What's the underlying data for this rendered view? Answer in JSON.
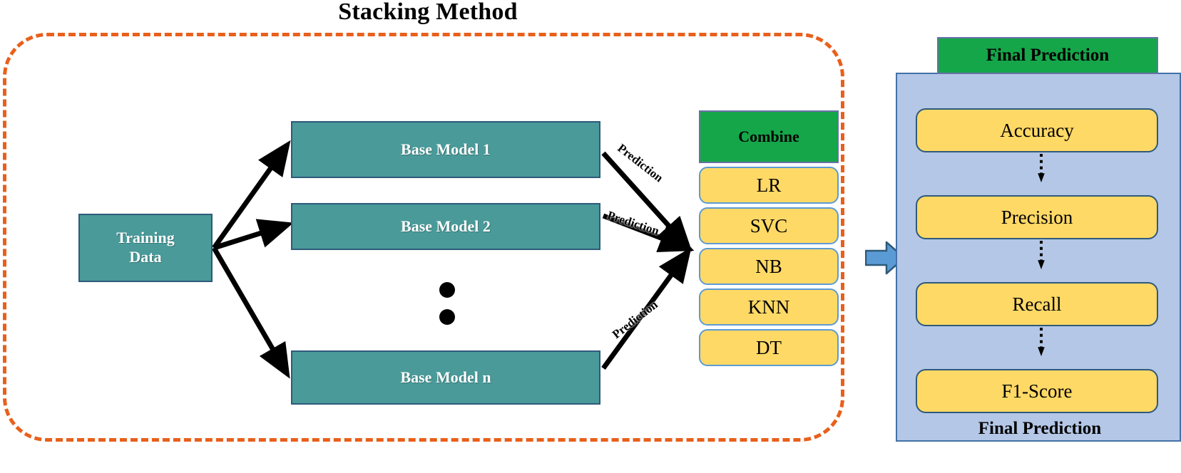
{
  "diagram": {
    "title": "Stacking Method",
    "left_region": {
      "training_data": "Training\nData",
      "base_models": [
        {
          "label": "Base Model 1"
        },
        {
          "label": "Base Model 2"
        },
        {
          "label": "Base Model n"
        }
      ],
      "ellipsis": "vertical-dots",
      "arrow_labels": [
        "Prediction",
        "Prediction",
        "Prediction"
      ]
    },
    "combine_stack": {
      "header": "Combine",
      "items": [
        "LR",
        "SVC",
        "NB",
        "KNN",
        "DT"
      ]
    },
    "right_panel": {
      "header": "Final Prediction",
      "metrics": [
        "Accuracy",
        "Precision",
        "Recall",
        "F1-Score"
      ],
      "footer": "Final Prediction"
    },
    "colors": {
      "dashed_border": "#E8601C",
      "teal": "#4A9A9A",
      "green": "#15A64A",
      "yellow": "#FFD966",
      "panel_blue": "#B4C7E7",
      "arrow_blue": "#5B9BD5",
      "box_border_blue": "#2E5A7A"
    }
  },
  "chart_data": {
    "type": "diagram",
    "title": "Stacking Method",
    "nodes": [
      {
        "id": "training-data",
        "label": "Training Data",
        "group": "input"
      },
      {
        "id": "base-model-1",
        "label": "Base Model 1",
        "group": "base"
      },
      {
        "id": "base-model-2",
        "label": "Base Model 2",
        "group": "base"
      },
      {
        "id": "base-model-n",
        "label": "Base Model n",
        "group": "base"
      },
      {
        "id": "combine",
        "label": "Combine",
        "group": "meta"
      },
      {
        "id": "lr",
        "label": "LR",
        "group": "meta-item"
      },
      {
        "id": "svc",
        "label": "SVC",
        "group": "meta-item"
      },
      {
        "id": "nb",
        "label": "NB",
        "group": "meta-item"
      },
      {
        "id": "knn",
        "label": "KNN",
        "group": "meta-item"
      },
      {
        "id": "dt",
        "label": "DT",
        "group": "meta-item"
      },
      {
        "id": "final-prediction",
        "label": "Final Prediction",
        "group": "output"
      },
      {
        "id": "accuracy",
        "label": "Accuracy",
        "group": "metric"
      },
      {
        "id": "precision",
        "label": "Precision",
        "group": "metric"
      },
      {
        "id": "recall",
        "label": "Recall",
        "group": "metric"
      },
      {
        "id": "f1-score",
        "label": "F1-Score",
        "group": "metric"
      }
    ],
    "edges": [
      {
        "from": "training-data",
        "to": "base-model-1",
        "label": ""
      },
      {
        "from": "training-data",
        "to": "base-model-2",
        "label": ""
      },
      {
        "from": "training-data",
        "to": "base-model-n",
        "label": ""
      },
      {
        "from": "base-model-1",
        "to": "combine",
        "label": "Prediction"
      },
      {
        "from": "base-model-2",
        "to": "combine",
        "label": "Prediction"
      },
      {
        "from": "base-model-n",
        "to": "combine",
        "label": "Prediction"
      },
      {
        "from": "combine",
        "to": "final-prediction",
        "label": ""
      },
      {
        "from": "accuracy",
        "to": "precision",
        "label": "",
        "style": "dotted"
      },
      {
        "from": "precision",
        "to": "recall",
        "label": "",
        "style": "dotted"
      },
      {
        "from": "recall",
        "to": "f1-score",
        "label": "",
        "style": "dotted"
      }
    ]
  }
}
